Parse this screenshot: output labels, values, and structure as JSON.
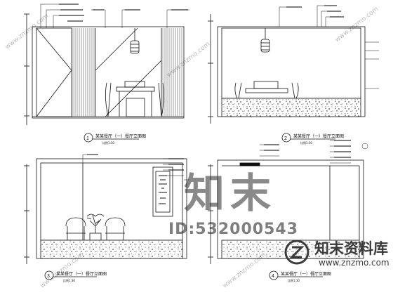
{
  "watermark": {
    "brand_cn": "知末",
    "id_text": "ID:532000543",
    "logo_text": "知末资料库",
    "logo_url": "www.znzmo.com",
    "diagonal_text": "www.znzmo.com"
  },
  "colors": {
    "ink": "#111111",
    "watermark": "#3a3a3a"
  },
  "panels": [
    {
      "title": "某某餐厅（一）餐厅立面图",
      "scale": "比例1:30",
      "number": "1"
    },
    {
      "title": "某某餐厅（一）餐厅立面图",
      "scale": "比例1:30",
      "number": "2"
    },
    {
      "title": "某某餐厅（一）餐厅立面图",
      "scale": "比例1:30",
      "number": "3"
    },
    {
      "title": "某某餐厅（一）餐厅立面图",
      "scale": "比例1:30",
      "number": "4"
    }
  ]
}
